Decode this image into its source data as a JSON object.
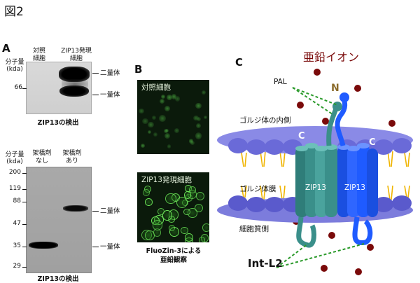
{
  "figure_title": "図2",
  "panel_a": {
    "letter": "A",
    "blot1": {
      "mw_label": "分子量\n(kda)",
      "lane1": "対照\n細胞",
      "lane2": "ZIP13発現\n細胞",
      "marker": "66",
      "band_upper": "二量体",
      "band_lower": "一量体",
      "caption": "ZIP13の検出"
    },
    "blot2": {
      "mw_label": "分子量\n(kda)",
      "lane1": "架橋剤\nなし",
      "lane2": "架橋剤\nあり",
      "markers": [
        "200",
        "119",
        "88",
        "47",
        "35",
        "29"
      ],
      "band_upper": "二量体",
      "band_lower": "一量体",
      "caption": "ZIP13の検出"
    }
  },
  "panel_b": {
    "letter": "B",
    "image1_label": "対照細胞",
    "image2_label": "ZIP13発現細胞",
    "caption": "FluoZin-3による\n亜鉛観察"
  },
  "panel_c": {
    "letter": "C",
    "zinc_label": "亜鉛イオン",
    "pal_label": "PAL",
    "n_label": "N",
    "inner_label": "ゴルジ体の内側",
    "membrane_label": "ゴルジ体膜",
    "cytoplasm_label": "細胞質側",
    "c_left": "C",
    "c_right": "C",
    "zip_left": "ZIP13",
    "zip_right": "ZIP13",
    "intl2_label": "Int-L2",
    "colors": {
      "zinc": "#7a0a0a",
      "teal": "#3a8f8a",
      "blue": "#1f5bff",
      "lipid_head": "#6a6ad8",
      "tail": "#f0b400"
    }
  }
}
